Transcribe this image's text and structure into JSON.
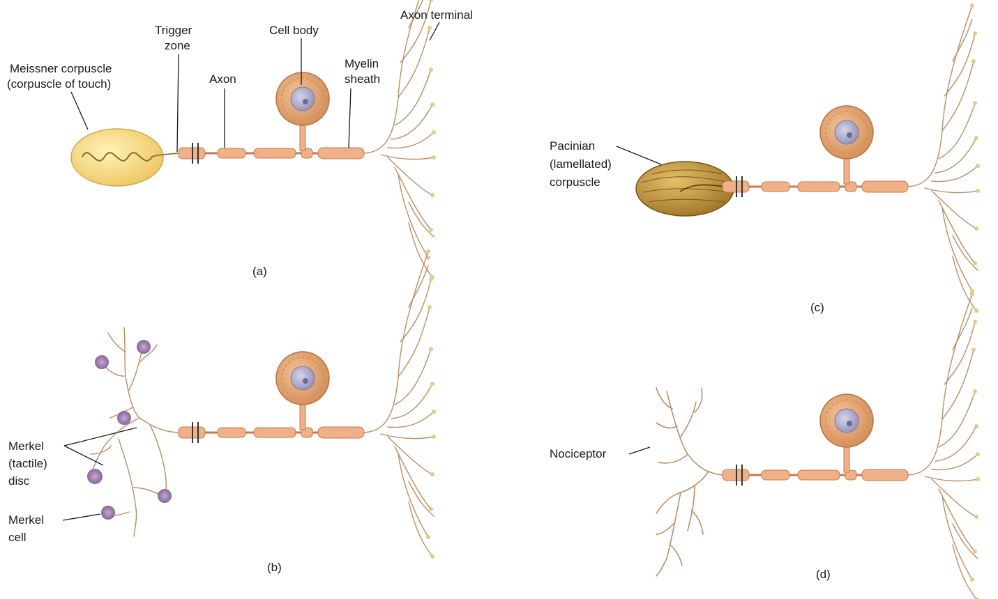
{
  "labels": {
    "axon_terminal": "Axon terminal",
    "trigger_zone": [
      "Trigger",
      "zone"
    ],
    "cell_body": "Cell body",
    "meissner": [
      "Meissner corpuscle",
      "(corpuscle of touch)"
    ],
    "axon": "Axon",
    "myelin_sheath": [
      "Myelin",
      "sheath"
    ],
    "pacinian": [
      "Pacinian",
      "(lamellated)",
      "corpuscle"
    ],
    "merkel_disc": [
      "Merkel",
      "(tactile)",
      "disc"
    ],
    "merkel_cell": [
      "Merkel",
      "cell"
    ],
    "nociceptor": "Nociceptor"
  },
  "panels": {
    "a": "(a)",
    "b": "(b)",
    "c": "(c)",
    "d": "(d)"
  },
  "colors": {
    "axon": "#f0b088",
    "cell_body": "#e0a06c",
    "nucleus": "#a9a6c6",
    "meissner": "#f4d27a",
    "pacinian": "#c89a3a",
    "merkel_cell": "#9c7aa8",
    "branch": "#b98e63"
  }
}
